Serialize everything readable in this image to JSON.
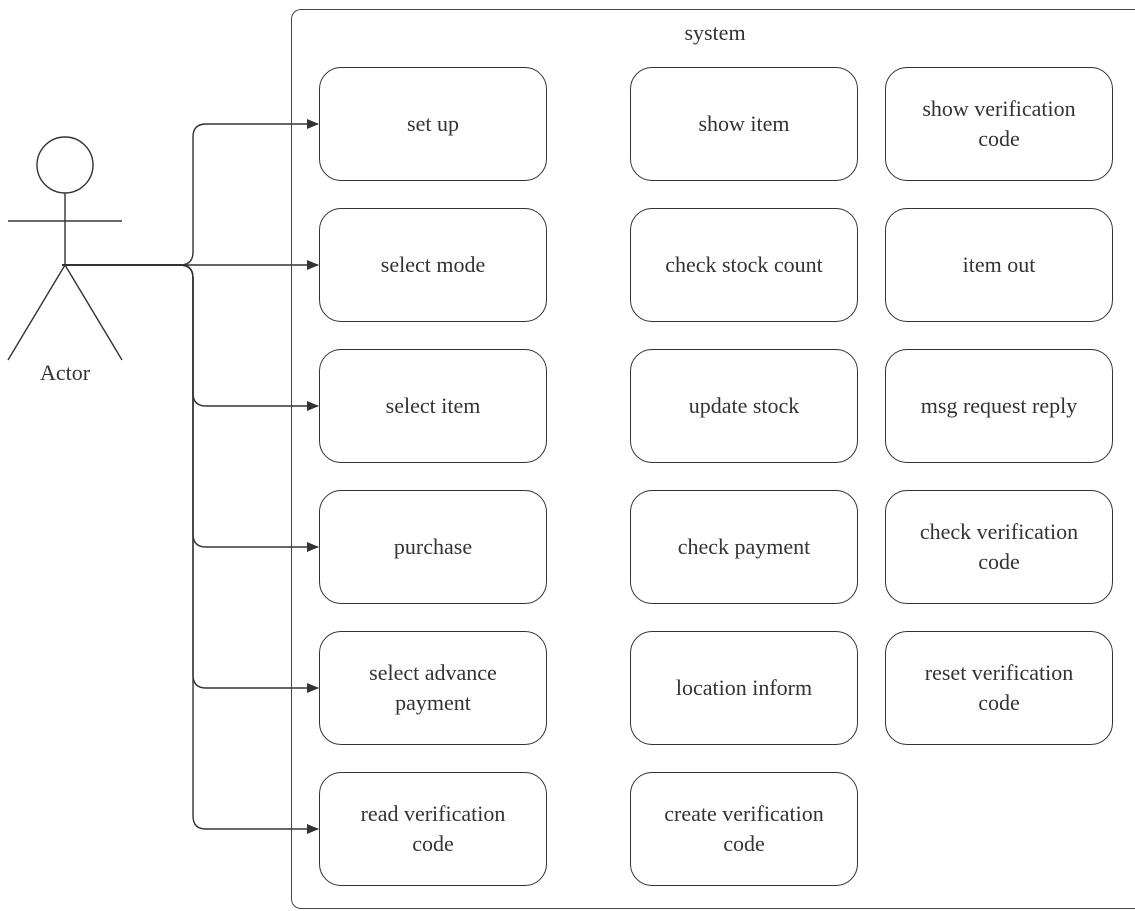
{
  "actor": {
    "label": "Actor"
  },
  "system": {
    "label": "system"
  },
  "use_cases": {
    "col1": [
      "set up",
      "select mode",
      "select item",
      "purchase",
      "select advance\npayment",
      "read verification\ncode"
    ],
    "col2": [
      "show item",
      "check stock count",
      "update stock",
      "check payment",
      "location inform",
      "create verification\ncode"
    ],
    "col3": [
      "show verification\ncode",
      "item out",
      "msg request reply",
      "check verification\ncode",
      "reset verification\ncode"
    ]
  },
  "colors": {
    "line": "#333333",
    "background": "#ffffff"
  }
}
